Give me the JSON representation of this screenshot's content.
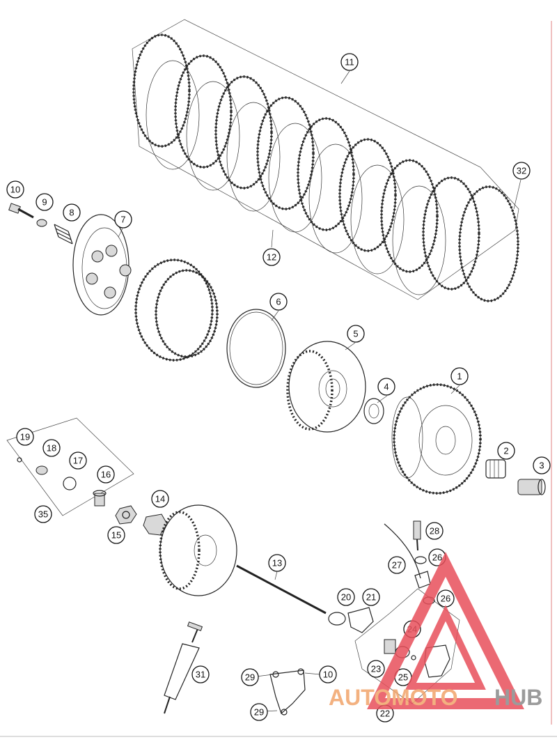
{
  "callouts": {
    "n1": "1",
    "n2": "2",
    "n3": "3",
    "n4": "4",
    "n5": "5",
    "n6": "6",
    "n7": "7",
    "n8": "8",
    "n9": "9",
    "n10a": "10",
    "n10b": "10",
    "n11": "11",
    "n12": "12",
    "n13": "13",
    "n14": "14",
    "n15": "15",
    "n16": "16",
    "n17": "17",
    "n18": "18",
    "n19": "19",
    "n20": "20",
    "n21": "21",
    "n22": "22",
    "n23": "23",
    "n24": "24",
    "n25": "25",
    "n26a": "26",
    "n26b": "26",
    "n27": "27",
    "n28": "28",
    "n29a": "29",
    "n29b": "29",
    "n31": "31",
    "n32": "32",
    "n35": "35"
  },
  "watermark": {
    "part1": "AUTOMOTO",
    "part2": "HUB",
    "triangle_color": "#e8505b",
    "text_color": "#f2a46a",
    "text_color_2": "#8a8a8a"
  }
}
